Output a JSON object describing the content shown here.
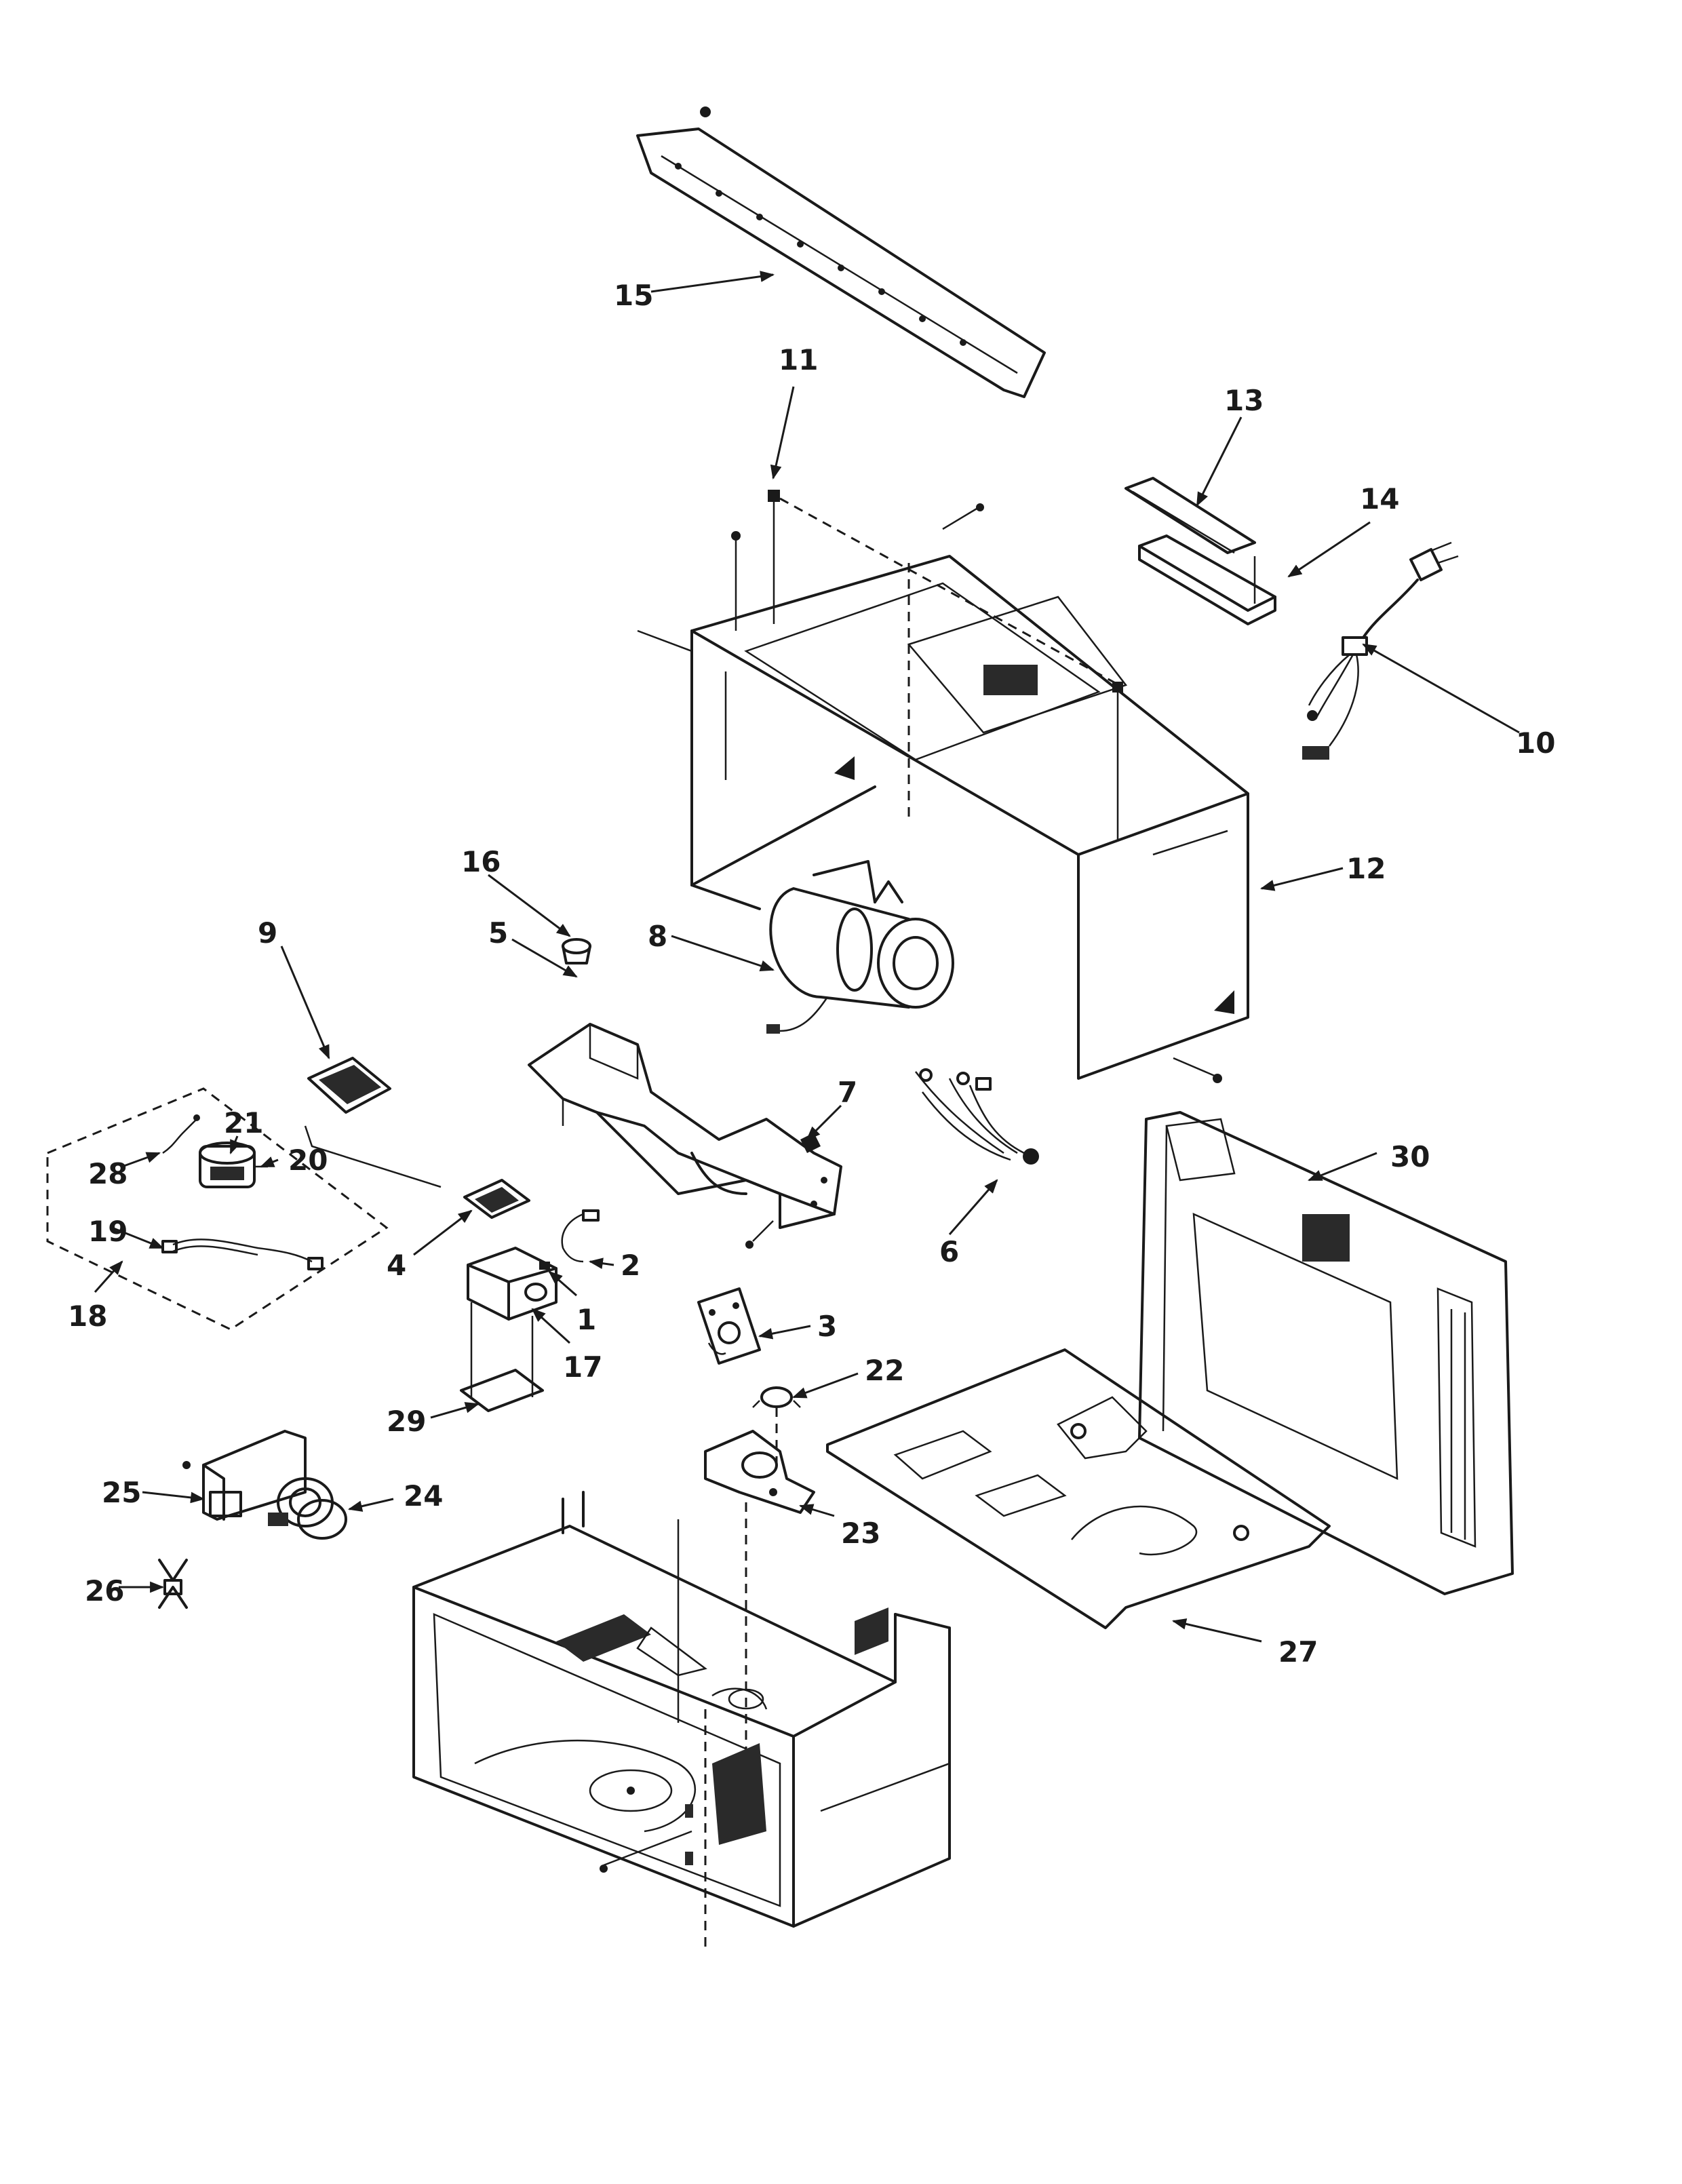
{
  "diagram": {
    "type": "exploded-parts-diagram",
    "subject": "over-the-range microwave oven cabinet and component assembly",
    "callouts": [
      "1",
      "2",
      "3",
      "4",
      "5",
      "6",
      "7",
      "8",
      "9",
      "10",
      "11",
      "12",
      "13",
      "14",
      "15",
      "16",
      "17",
      "18",
      "19",
      "20",
      "21",
      "22",
      "23",
      "24",
      "25",
      "26",
      "27",
      "28",
      "29",
      "30"
    ]
  }
}
